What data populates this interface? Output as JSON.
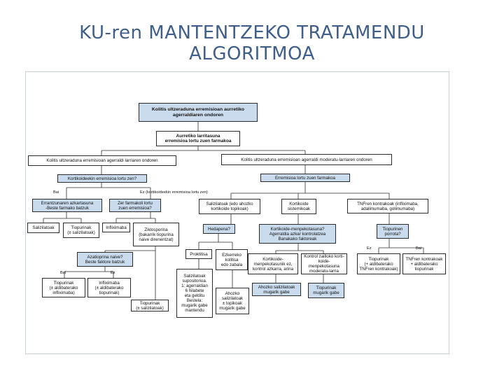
{
  "title": {
    "line1": "KU-ren MANTENTZEKO TRATAMENDU",
    "line2": "ALGORITMOA"
  },
  "diagram": {
    "top": "Kolitis ultzeraduna erremisioan aurretiko\nagerraldiaren ondoren",
    "severity": "Aurretiko larritasuna\nerremisioa lortu zuen farmakoa",
    "left_branch": "Kolitis ultzeraduna erremisioan agerraldi larriaren ondoren",
    "right_branch": "Kolitis ultzeraduna erremisioan agerraldi moderatu-larriaren ondoren",
    "cortico_q": "Kortikoideekin erremisioa lortu zen?",
    "remission_drug": "Erremisioa lortu zuen farmakoa",
    "yes_1": "Bai",
    "no_1": "Ez (kortikoideekin erremisioa lortu zen)",
    "risk": "Errantzunaren azkartasuna\n-Beste farmako batzuk",
    "which_drug": "Zer farmakoli lortu\nzuen erremisioa?",
    "salicylates_topical": "Salizilatoak (edo ahozko\nkortikoide topikoak)",
    "systemic_cortico": "Kortikoide\nsistemikoak",
    "tnf_contra": "TNFren kontrakoak (infliximaba,\nadalimumaba, golimumaba)",
    "salicylates": "Salizilatoak",
    "tiopurinak_sal": "Tiopurinak\n(± salizilatoak)",
    "infliximaba": "Infliximaba",
    "ciclosporin": "Ziklosporina\n(bakarrik tiopurina\nnaive direnentzat)",
    "extent": "Hedapena?",
    "cortico_dependence": "Kortikoide-menpekotasuna?\nAgerraldia azkar kontrolatzea\nBanakako faktoreak",
    "thiopurine_failure": "Tiopurinen\nporrota?",
    "aza_naive": "Azatioprina naive?\nBeste faktore batzuk",
    "yes_2": "Bai",
    "no_2": "Ez",
    "proctitis": "Proktitisa",
    "left_colitis": "Ezkerreko\nkolitisa\nedo zabala",
    "cortico_dep_no": "Kortikoide-\nmenpekotasunik ez,\nkontrol azkarra, arina",
    "cortico_dep_mod": "Kontrol zailloko korti-\nkoide-menpekotasuna\nmoderatu-larria",
    "yes_3": "Ez",
    "no_3": "Bai",
    "tnf_plus_aza": "Tiopurinak\n(+ aldibaterako\nTNFren kontrakoak)",
    "tnf_plus_aza2": "TNFren kontrakoak\n+ aldibaterako\ntiopurinak",
    "yes_4": "Bai",
    "no_4": "Ez",
    "tiop_inflix": "Tiopurinak\n(± aldibaterako\ninfliximaba)",
    "inflix_tiop": "Infliximaba\n(± aldibaterako\ntiopurinak)",
    "sal_supp": "Salizilatoak\nsupositorioa.\n1: agerraldian\n6 hilabete\neta gelditu\nBestela:\nmugarik gabe\nmantendu",
    "oral_sal": "Ahozko\nsalizilatoak\n± topikoak\nmugarik gabe",
    "oral_sal_unlim": "Ahozko salizilatoak\nmugarik gabe",
    "tiopurinak_unlim": "Tiopurinak\nmugarik gabe",
    "tiopurinak_bottom": "Tiopurinak\n(± salizilatoak)"
  },
  "colors": {
    "title": "#3f5f8a",
    "box_fill_blue": "#c9dbed",
    "line": "#2c2c2c"
  }
}
